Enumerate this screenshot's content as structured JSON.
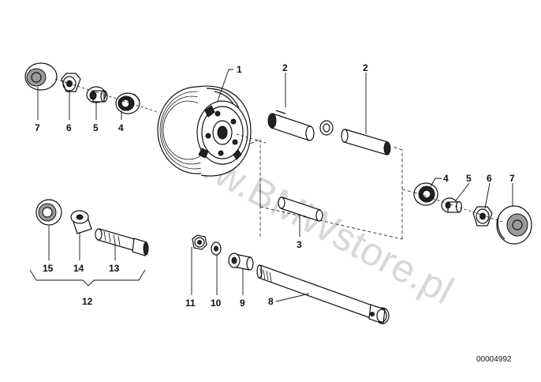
{
  "diagram": {
    "drawing_number": "00004992",
    "watermark": "www.BMWstore.pl",
    "callouts": {
      "wheel_hub": "1",
      "spacer_sleeve_top_left": "2",
      "spacer_sleeve_top_right": "2",
      "spacer_sleeve_bottom": "3",
      "bearing_left": "4",
      "bearing_right": "4",
      "sleeve_left": "5",
      "sleeve_right": "5",
      "nut_left": "6",
      "nut_right": "6",
      "cover_left": "7",
      "cover_right": "7",
      "axle": "8",
      "spacer_bush": "9",
      "washer": "10",
      "axle_nut": "11",
      "repair_kit": "12",
      "bolt": "13",
      "bush_kit": "14",
      "seal_ring": "15"
    }
  }
}
